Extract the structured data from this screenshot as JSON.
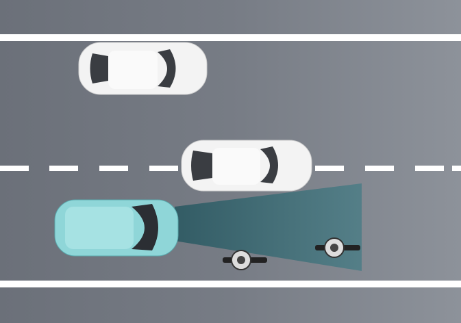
{
  "scene": {
    "title": "",
    "colors": {
      "road": "#71767f",
      "lane_marking": "#ffffff",
      "ego_car": "#8fd6d8",
      "other_car": "#f4f4f4",
      "sensor_beam": "#3f6a72"
    },
    "objects": [
      "ego-car",
      "car-top-lane",
      "car-middle",
      "motorcycle-near",
      "motorcycle-far",
      "sensor-beam"
    ]
  }
}
